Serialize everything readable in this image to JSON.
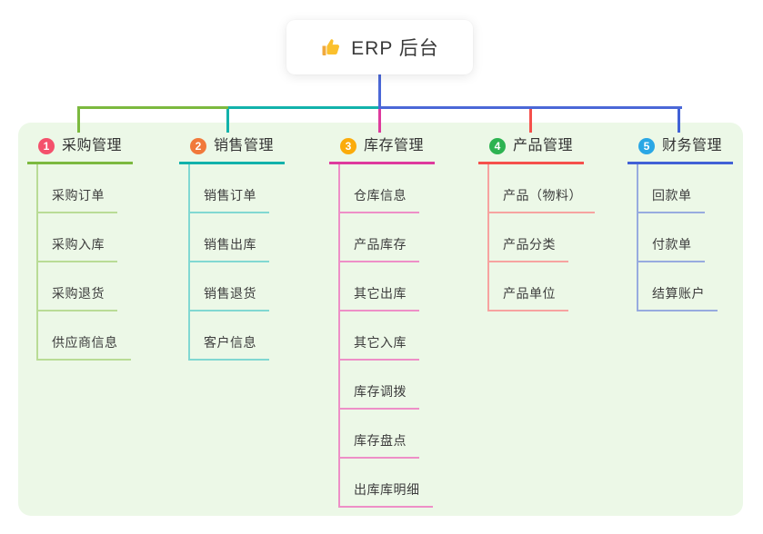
{
  "root": {
    "title": "ERP 后台",
    "icon": "thumbs-up-icon"
  },
  "branches": [
    {
      "badge": "1",
      "label": "采购管理",
      "badge_color": "#f4516c",
      "color": "#7cb93f",
      "light_color": "#b9dc96",
      "items": [
        "采购订单",
        "采购入库",
        "采购退货",
        "供应商信息"
      ]
    },
    {
      "badge": "2",
      "label": "销售管理",
      "badge_color": "#f1793b",
      "color": "#12b2ab",
      "light_color": "#81d8d2",
      "items": [
        "销售订单",
        "销售出库",
        "销售退货",
        "客户信息"
      ]
    },
    {
      "badge": "3",
      "label": "库存管理",
      "badge_color": "#fbab0b",
      "color": "#de3a9d",
      "light_color": "#ee8fc7",
      "items": [
        "仓库信息",
        "产品库存",
        "其它出库",
        "其它入库",
        "库存调拨",
        "库存盘点",
        "出库库明细"
      ]
    },
    {
      "badge": "4",
      "label": "产品管理",
      "badge_color": "#2db351",
      "color": "#f5504b",
      "light_color": "#f7a3a0",
      "items": [
        "产品（物料）",
        "产品分类",
        "产品单位"
      ]
    },
    {
      "badge": "5",
      "label": "财务管理",
      "badge_color": "#2aa7e5",
      "color": "#4161d6",
      "light_color": "#97abdf",
      "items": [
        "回款单",
        "付款单",
        "结算账户"
      ]
    }
  ],
  "colors": {
    "panel_bg": "#ecf8e7",
    "connector_blue": "#4b68d7",
    "icon_yellow": "#fbc02d",
    "icon_yellow_dark": "#f0a93d"
  }
}
